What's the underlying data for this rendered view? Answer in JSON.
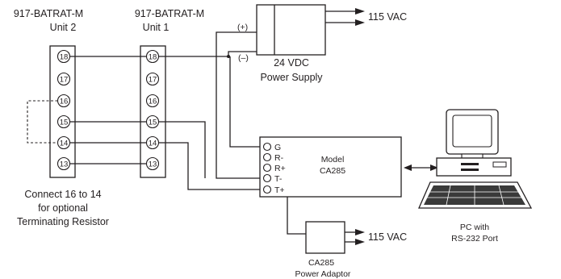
{
  "unit2": {
    "model": "917-BATRAT-M",
    "name": "Unit  2",
    "terminals": [
      "18",
      "17",
      "16",
      "15",
      "14",
      "13"
    ]
  },
  "unit1": {
    "model": "917-BATRAT-M",
    "name": "Unit 1",
    "terminals": [
      "18",
      "17",
      "16",
      "15",
      "14",
      "13"
    ]
  },
  "power_supply": {
    "line1": "24 VDC",
    "line2": "Power Supply",
    "plus": "(+)",
    "minus": "(–)",
    "output": "115 VAC"
  },
  "ca285": {
    "line1": "Model",
    "line2": "CA285",
    "terminals": [
      "G",
      "R-",
      "R+",
      "T-",
      "T+"
    ]
  },
  "adaptor": {
    "output": "115 VAC",
    "line1": "CA285",
    "line2": "Power Adaptor"
  },
  "pc": {
    "line1": "PC with",
    "line2": "RS-232 Port"
  },
  "note": {
    "line1": "Connect 16 to 14",
    "line2": "for optional",
    "line3": "Terminating Resistor"
  }
}
